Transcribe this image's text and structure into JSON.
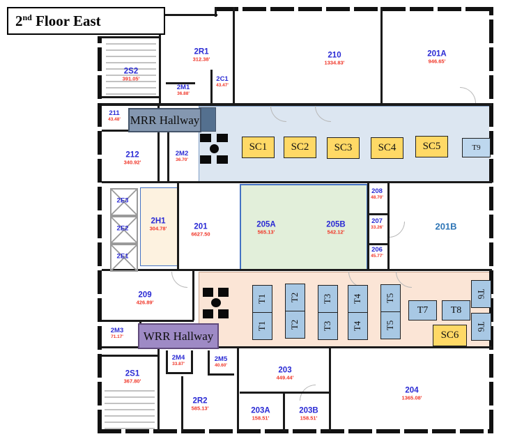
{
  "title": {
    "num": "2",
    "sup": "nd",
    "rest": " Floor East"
  },
  "hallways": {
    "mrr": {
      "label": "MRR Hallway"
    },
    "wrr": {
      "label": "WRR Hallway"
    }
  },
  "colors": {
    "room_number_blue": "#2a2ad4",
    "area_red": "#f03527",
    "room_201b_blue": "#2e75b6",
    "mrr_band_fill": "#dce6f1",
    "mrr_label_fill": "#8497b0",
    "wrr_band_fill": "#fbe5d6",
    "wrr_label_fill": "#9e8ac5",
    "supply_cart_yellow": "#ffd966",
    "table_blue": "#a8c8e4",
    "t9_blue": "#bdd7ee",
    "h1_zone_fill": "#fdf2e0",
    "zone_205_fill": "#e2efda",
    "zone_border_blue": "#4472c4"
  },
  "rooms": [
    {
      "id": "2S2",
      "label": "2S2",
      "area": "391.05'"
    },
    {
      "id": "2R1",
      "label": "2R1",
      "area": "312.38'"
    },
    {
      "id": "2M1",
      "label": "2M1",
      "area": "36.88'"
    },
    {
      "id": "2C1",
      "label": "2C1",
      "area": "43.47'"
    },
    {
      "id": "210",
      "label": "210",
      "area": "1334.83'"
    },
    {
      "id": "201A",
      "label": "201A",
      "area": "946.65'"
    },
    {
      "id": "211",
      "label": "211",
      "area": "43.48'"
    },
    {
      "id": "212",
      "label": "212",
      "area": "340.92'"
    },
    {
      "id": "2M2",
      "label": "2M2",
      "area": "36.70'"
    },
    {
      "id": "2E3",
      "label": "2E3"
    },
    {
      "id": "2E2",
      "label": "2E2"
    },
    {
      "id": "2E1",
      "label": "2E1"
    },
    {
      "id": "2H1",
      "label": "2H1",
      "area": "304.78'"
    },
    {
      "id": "201",
      "label": "201",
      "area": "6627.50"
    },
    {
      "id": "205A",
      "label": "205A",
      "area": "565.13'"
    },
    {
      "id": "205B",
      "label": "205B",
      "area": "542.12'"
    },
    {
      "id": "208",
      "label": "208",
      "area": "48.70'"
    },
    {
      "id": "207",
      "label": "207",
      "area": "33.26'"
    },
    {
      "id": "206",
      "label": "206",
      "area": "45.77'"
    },
    {
      "id": "201B",
      "label": "201B",
      "color": "#2e75b6"
    },
    {
      "id": "209",
      "label": "209",
      "area": "426.89'"
    },
    {
      "id": "2M3",
      "label": "2M3",
      "area": "71.17'"
    },
    {
      "id": "2M4",
      "label": "2M4",
      "area": "33.87'"
    },
    {
      "id": "2M5",
      "label": "2M5",
      "area": "40.60'"
    },
    {
      "id": "2S1",
      "label": "2S1",
      "area": "367.80'"
    },
    {
      "id": "2R2",
      "label": "2R2",
      "area": "585.13'"
    },
    {
      "id": "203",
      "label": "203",
      "area": "449.44'"
    },
    {
      "id": "203A",
      "label": "203A",
      "area": "158.51'"
    },
    {
      "id": "203B",
      "label": "203B",
      "area": "158.51'"
    },
    {
      "id": "204",
      "label": "204",
      "area": "1365.08'"
    }
  ],
  "equipment": [
    {
      "id": "SC1",
      "label": "SC1"
    },
    {
      "id": "SC2",
      "label": "SC2"
    },
    {
      "id": "SC3",
      "label": "SC3"
    },
    {
      "id": "SC4",
      "label": "SC4"
    },
    {
      "id": "SC5",
      "label": "SC5"
    },
    {
      "id": "T9",
      "label": "T9"
    },
    {
      "id": "T1a",
      "label": "T1"
    },
    {
      "id": "T1b",
      "label": "T1"
    },
    {
      "id": "T2a",
      "label": "T2"
    },
    {
      "id": "T2b",
      "label": "T2"
    },
    {
      "id": "T3a",
      "label": "T3"
    },
    {
      "id": "T3b",
      "label": "T3"
    },
    {
      "id": "T4a",
      "label": "T4"
    },
    {
      "id": "T4b",
      "label": "T4"
    },
    {
      "id": "T5a",
      "label": "T5"
    },
    {
      "id": "T5b",
      "label": "T5"
    },
    {
      "id": "T6a",
      "label": "T6"
    },
    {
      "id": "T6b",
      "label": "T6"
    },
    {
      "id": "T7",
      "label": "T7"
    },
    {
      "id": "T8",
      "label": "T8"
    },
    {
      "id": "SC6",
      "label": "SC6"
    }
  ]
}
